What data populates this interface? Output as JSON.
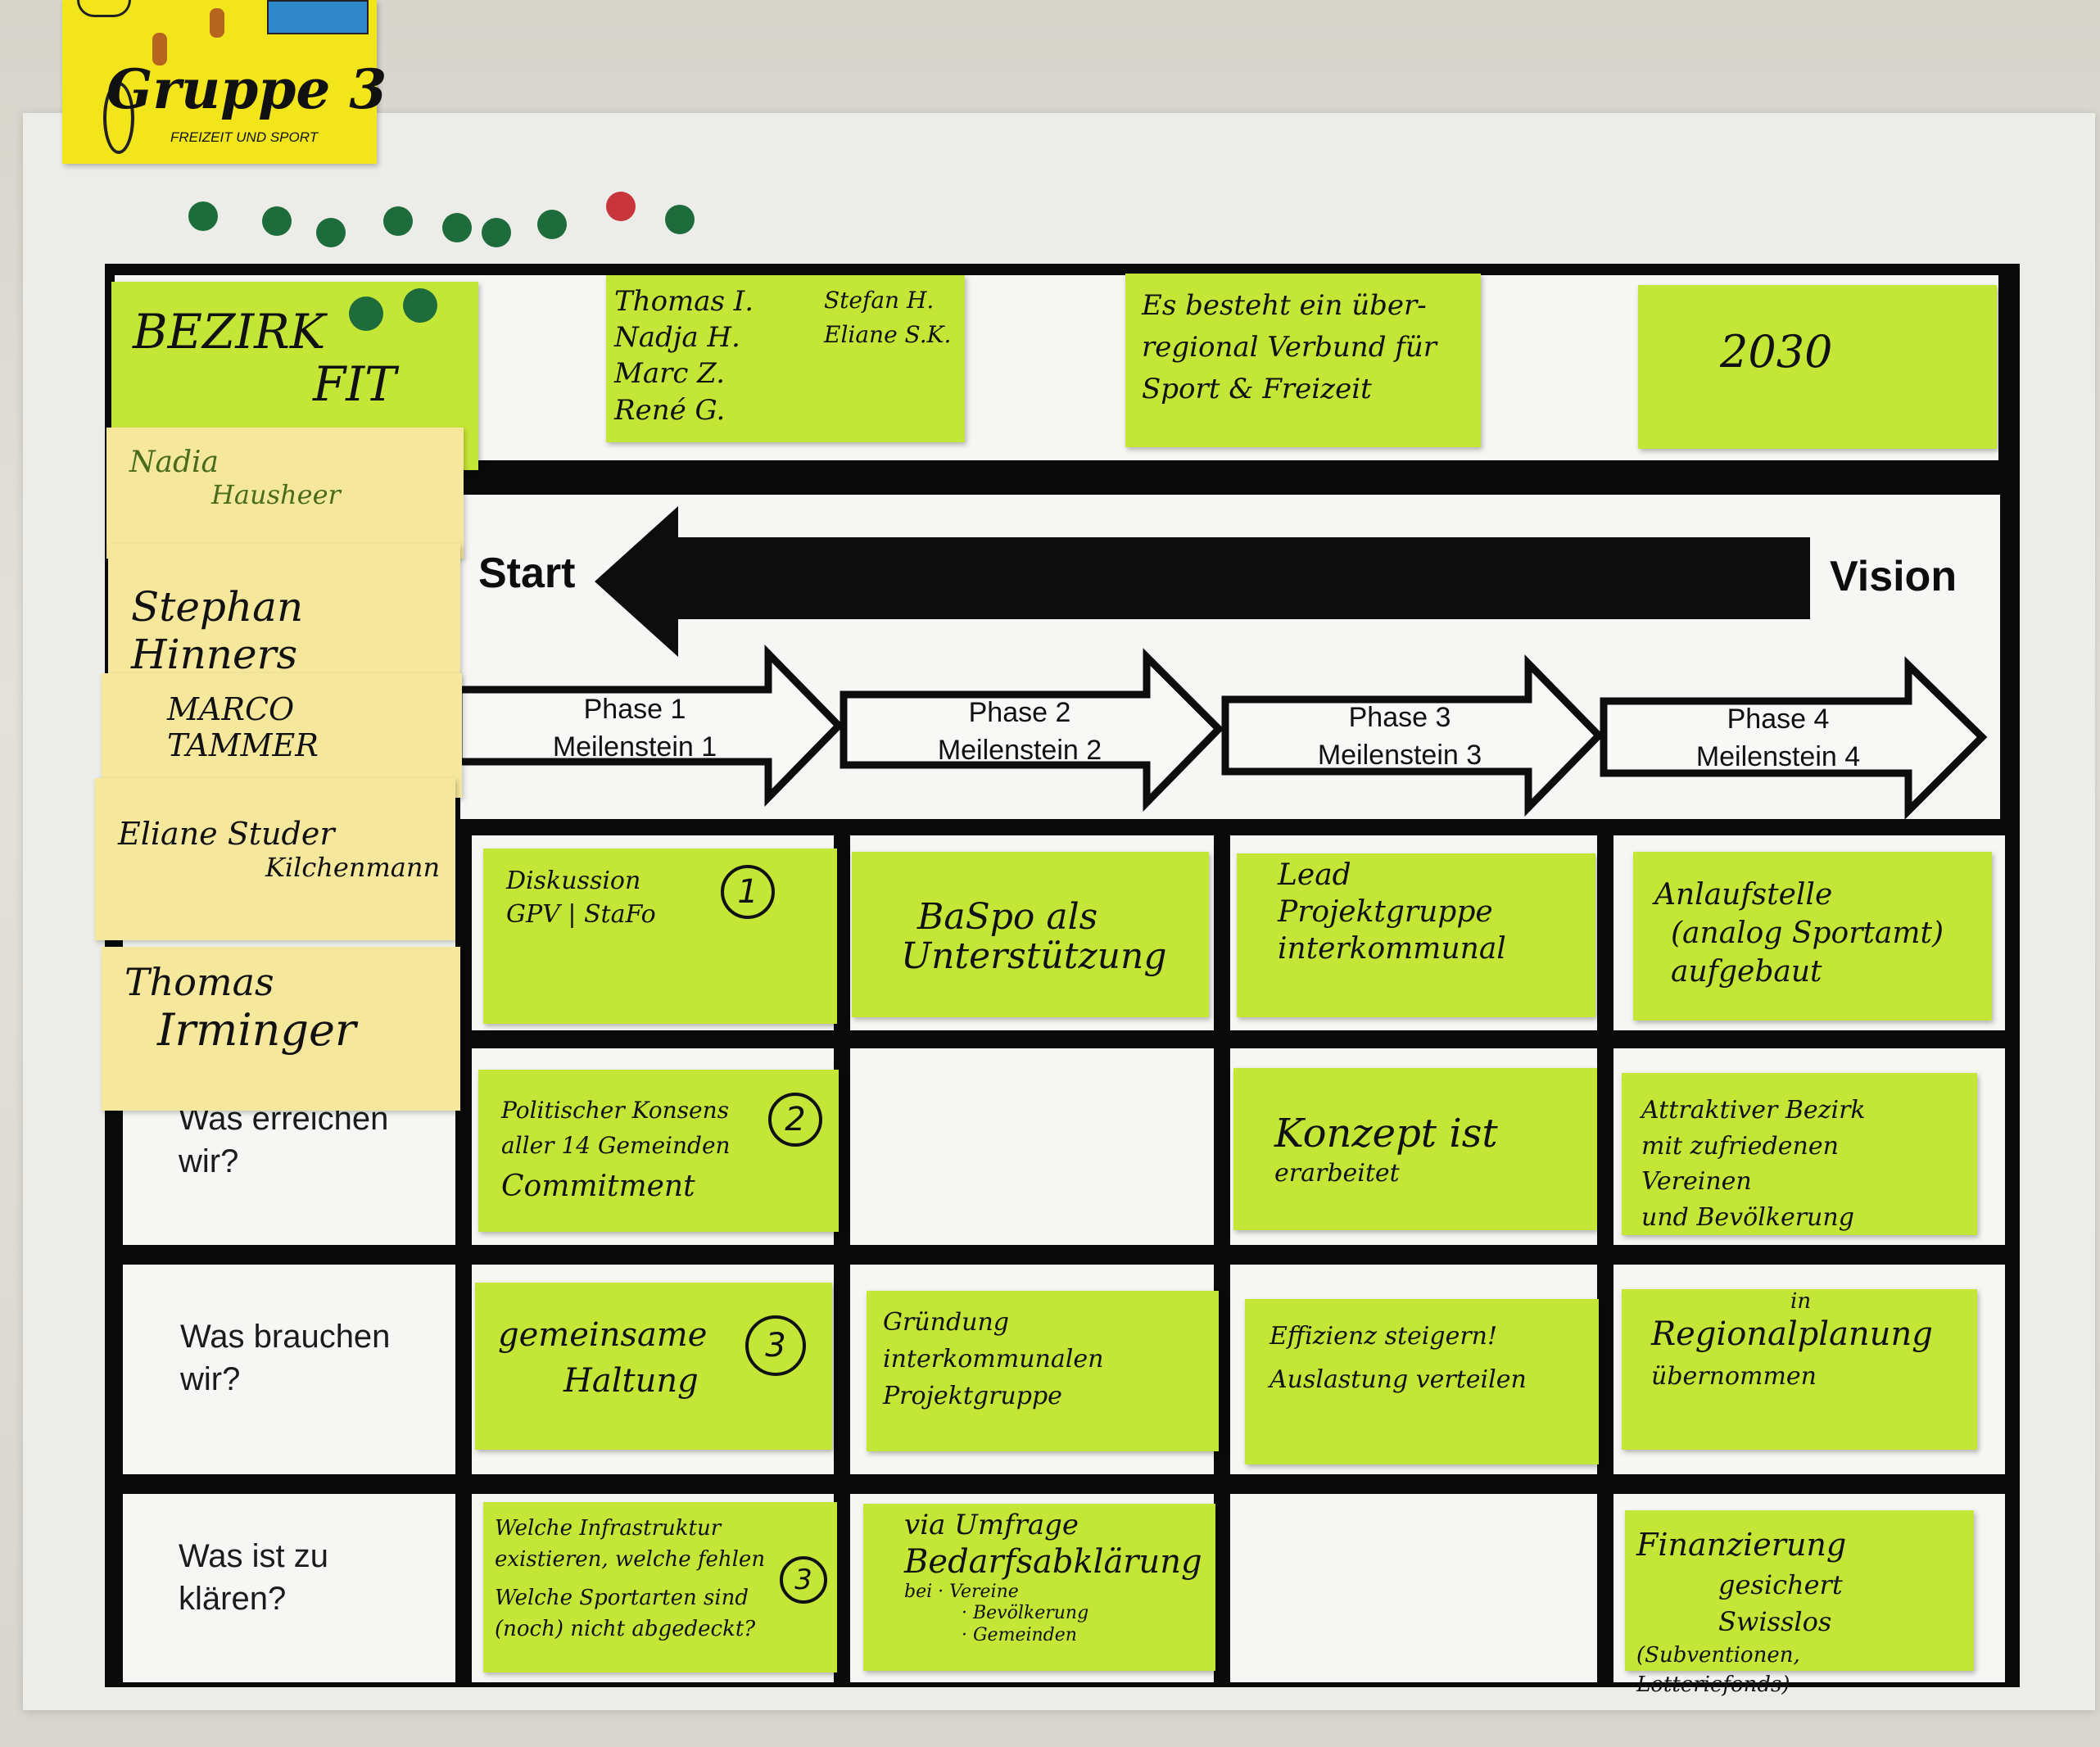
{
  "card": {
    "title": "Gruppe 3",
    "subtitle": "FREIZEIT UND SPORT"
  },
  "top_notes": {
    "title_line1": "BEZIRK",
    "title_line2": "FIT",
    "team_col1": [
      "Thomas I.",
      "Nadja H.",
      "Marc Z.",
      "René G."
    ],
    "team_col2": [
      "Stefan H.",
      "Eliane S.K."
    ],
    "vision_lines": [
      "Es besteht ein über-",
      "regional Verbund für",
      "Sport & Freizeit"
    ],
    "year": "2030"
  },
  "names": [
    [
      "Nadia",
      "Hausheer"
    ],
    [
      "Stephan Hinners"
    ],
    [
      "MARCO",
      "TAMMER"
    ],
    [
      "Eliane Studer",
      "Kilchenmann"
    ],
    [
      "Thomas",
      "Irminger"
    ]
  ],
  "arrow": {
    "start": "Start",
    "vision": "Vision"
  },
  "phases": [
    {
      "line1": "Phase 1",
      "line2": "Meilenstein 1"
    },
    {
      "line1": "Phase 2",
      "line2": "Meilenstein 2"
    },
    {
      "line1": "Phase 3",
      "line2": "Meilenstein 3"
    },
    {
      "line1": "Phase 4",
      "line2": "Meilenstein 4"
    }
  ],
  "row_labels": [
    [
      "Was erreichen",
      "wir?"
    ],
    [
      "Was brauchen",
      "wir?"
    ],
    [
      "Was ist zu",
      "klären?"
    ]
  ],
  "grid": {
    "r1": [
      [
        "Diskussion",
        "GPV | StaFo"
      ],
      [
        "BaSpo als",
        "Unterstützung"
      ],
      [
        "Lead",
        "Projektgruppe",
        "interkommunal"
      ],
      [
        "Anlaufstelle",
        "(analog Sportamt)",
        "aufgebaut"
      ]
    ],
    "r2": [
      [
        "Politischer Konsens",
        "aller 14 Gemeinden",
        "Commitment"
      ],
      [
        "Konzept ist",
        "erarbeitet"
      ],
      [
        "Attraktiver Bezirk",
        "mit zufriedenen Vereinen",
        "und Bevölkerung"
      ]
    ],
    "r3": [
      [
        "gemeinsame",
        "Haltung"
      ],
      [
        "Gründung interkommunalen",
        "Projektgruppe"
      ],
      [
        "Effizienz steigern!",
        "Auslastung verteilen"
      ],
      [
        "in",
        "Regionalplanung",
        "übernommen"
      ]
    ],
    "r4": [
      [
        "Welche Infrastruktur",
        "existieren, welche fehlen",
        "Welche Sportarten sind",
        "(noch) nicht abgedeckt?"
      ],
      [
        "via Umfrage",
        "Bedarfsabklärung",
        "bei · Vereine",
        "· Bevölkerung",
        "· Gemeinden"
      ],
      [
        "Finanzierung",
        "gesichert Swisslos",
        "(Subventionen, Lotteriefonds)"
      ]
    ],
    "numbers": [
      "1",
      "2",
      "3",
      "3"
    ]
  }
}
